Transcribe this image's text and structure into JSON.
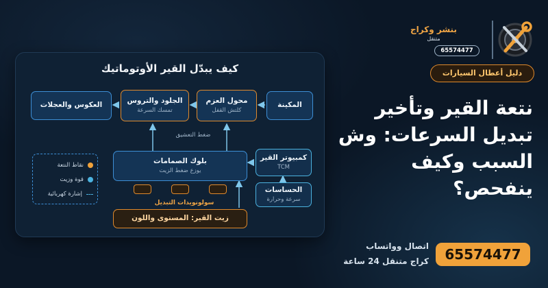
{
  "brand": {
    "name": "بنشر وكراج",
    "sub": "متنقل",
    "phone": "65574477"
  },
  "tag": "دليل أعطال السيارات",
  "headline": "نتعة القير وتأخير تبديل السرعات: وش السبب وكيف ينفحص؟",
  "diagram": {
    "title": "كيف يبدّل القير الأوتوماتيك",
    "engine": "المكينة",
    "torque": {
      "title": "محول العزم",
      "sub": "كلتش القفل"
    },
    "clutches": {
      "title": "الجلود والتروس",
      "sub": "تمسك السرعة"
    },
    "output": "العكوس والعجلات",
    "flow_label": "ضغط التعشيق",
    "valve": {
      "title": "بلوك الصمامات",
      "sub": "يوزع ضغط الزيت"
    },
    "tcm": {
      "title": "كمبيوتر القير",
      "sub": "TCM"
    },
    "sensors": {
      "title": "الحساسات",
      "sub": "سرعة وحرارة"
    },
    "solenoids": "سولونويدات التبديل",
    "oil": "زيت القير: المستوى واللون",
    "legend": {
      "fault": "نقاط النتعة",
      "oil": "قوة وزيت",
      "signal": "إشارة كهربائية"
    }
  },
  "cta": {
    "line1": "اتصال وواتساب",
    "line2": "كراج متنقل 24 ساعة",
    "phone": "65574477"
  },
  "colors": {
    "accent": "#f0a23a",
    "blue": "#3d8fd6",
    "cyan": "#4cb3e0",
    "background": "#0b1726"
  }
}
